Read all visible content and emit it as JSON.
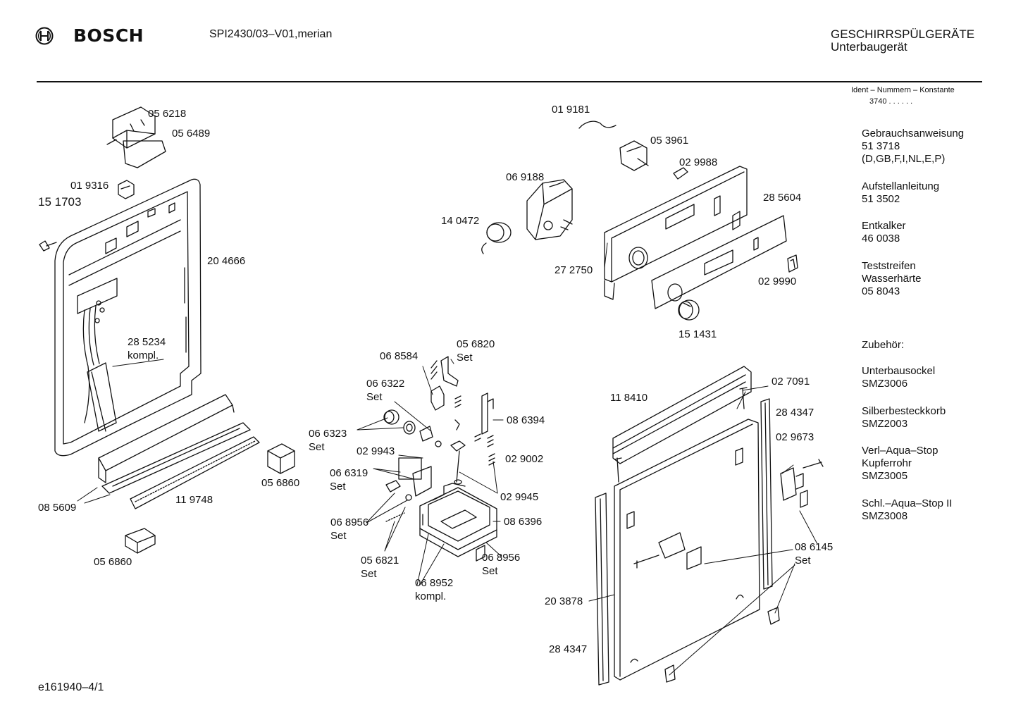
{
  "header": {
    "brand": "BOSCH",
    "model": "SPI2430/03–V01,merian",
    "category": "GESCHIRRSPÜLGERÄTE",
    "subcategory": "Unterbaugerät"
  },
  "ident": {
    "label": "Ident – Nummern – Konstante",
    "value": "3740 . .  . . . ."
  },
  "side_info": [
    {
      "lines": [
        "Gebrauchsanweisung",
        "51 3718",
        "(D,GB,F,I,NL,E,P)"
      ]
    },
    {
      "lines": [
        "Aufstellanleitung",
        "51 3502"
      ]
    },
    {
      "lines": [
        "Entkalker",
        "46 0038"
      ]
    },
    {
      "lines": [
        "Teststreifen",
        "Wasserhärte",
        "05 8043"
      ]
    },
    {
      "lines": [
        "Zubehör:"
      ]
    },
    {
      "lines": [
        "Unterbausockel",
        "SMZ3006"
      ]
    },
    {
      "lines": [
        "Silberbesteckkorb",
        "SMZ2003"
      ]
    },
    {
      "lines": [
        "Verl–Aqua–Stop",
        "Kupferrohr",
        "SMZ3005"
      ]
    },
    {
      "lines": [
        "Schl.–Aqua–Stop II",
        "SMZ3008"
      ]
    }
  ],
  "parts": {
    "p056218": "05 6218",
    "p056489": "05 6489",
    "p019316": "01 9316",
    "p151703": "15 1703",
    "p204666": "20 4666",
    "p285234": [
      "28 5234",
      "kompl."
    ],
    "p085609": "08 5609",
    "p119748": "11 9748",
    "p056860a": "05 6860",
    "p056860b": "05 6860",
    "p019181": "01 9181",
    "p053961": "05 3961",
    "p029988": "02 9988",
    "p069188": "06 9188",
    "p140472": "14 0472",
    "p285604": "28 5604",
    "p272750": "27 2750",
    "p029990": "02 9990",
    "p151431": "15 1431",
    "p068584": "06 8584",
    "p056820": [
      "05 6820",
      "Set"
    ],
    "p066322": [
      "06 6322",
      "Set"
    ],
    "p066323": [
      "06 6323",
      "Set"
    ],
    "p029943": "02 9943",
    "p066319": [
      "06 6319",
      "Set"
    ],
    "p086394": "08 6394",
    "p029002": "02 9002",
    "p029945": "02 9945",
    "p068956a": [
      "06 8956",
      "Set"
    ],
    "p086396": "08 6396",
    "p056821": [
      "05 6821",
      "Set"
    ],
    "p068952": [
      "06 8952",
      "kompl."
    ],
    "p068956b": [
      "06 8956",
      "Set"
    ],
    "p118410": "11 8410",
    "p027091": "02 7091",
    "p284347a": "28 4347",
    "p029673": "02 9673",
    "p086145": [
      "08 6145",
      "Set"
    ],
    "p203878": "20 3878",
    "p284347b": "28 4347"
  },
  "footer": {
    "code": "e161940–4/1"
  }
}
